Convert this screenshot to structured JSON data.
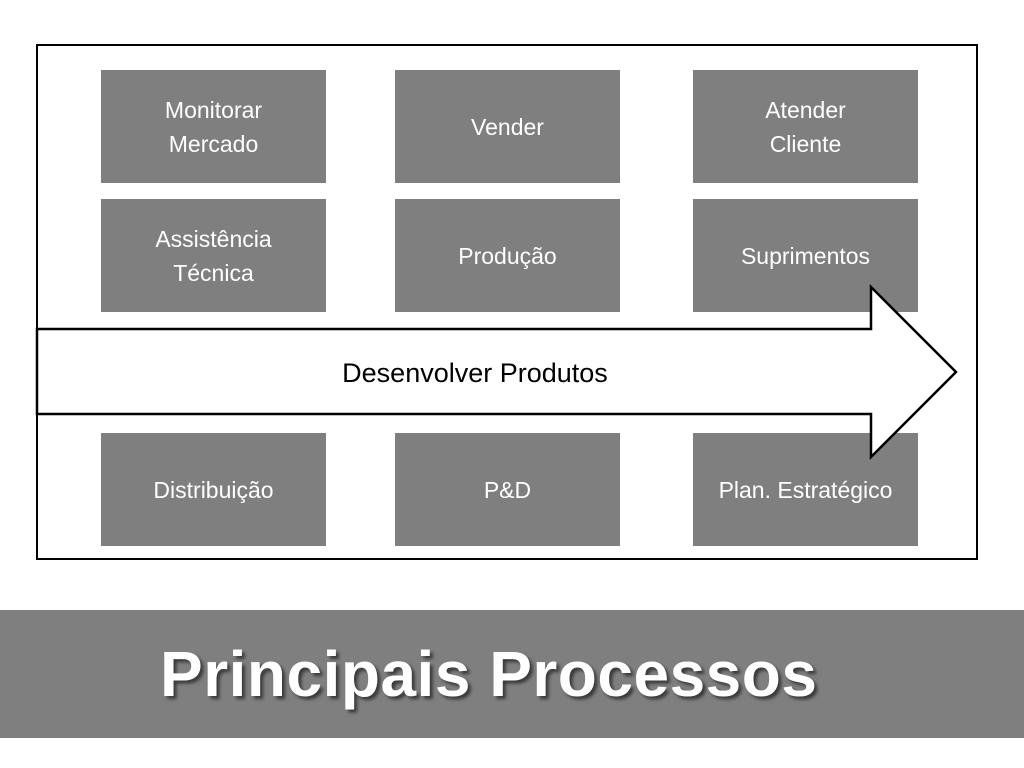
{
  "boxes": [
    {
      "label": "Monitorar\nMercado"
    },
    {
      "label": "Vender"
    },
    {
      "label": "Atender\nCliente"
    },
    {
      "label": "Assistência\nTécnica"
    },
    {
      "label": "Produção"
    },
    {
      "label": "Suprimentos"
    },
    {
      "label": "Distribuição"
    },
    {
      "label": "P&D"
    },
    {
      "label": "Plan. Estratégico"
    }
  ],
  "arrow": {
    "label": "Desenvolver Produtos"
  },
  "title": "Principais Processos",
  "colors": {
    "box_fill": "#7f7f7f",
    "box_text": "#ffffff",
    "title_band": "#7f7f7f",
    "frame_border": "#000000",
    "arrow_fill": "#ffffff",
    "arrow_stroke": "#000000"
  }
}
